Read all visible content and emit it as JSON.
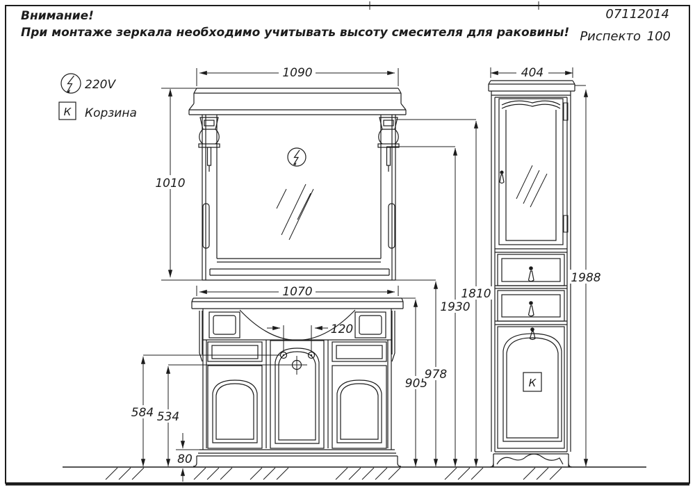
{
  "header": {
    "warning_line1": "Внимание!",
    "warning_line2": "При монтаже зеркала необходимо учитывать высоту смесителя для раковины!",
    "doc_number": "07112014",
    "model_name": "Риспекто",
    "model_size": "100"
  },
  "legend": {
    "power_label": "220V",
    "basket_symbol": "К",
    "basket_label": "Корзина"
  },
  "markers": {
    "basket_symbol": "К"
  },
  "dimensions": {
    "mirror_width": "1090",
    "mirror_height": "1010",
    "cabinet_width": "1070",
    "faucet_span": "120",
    "height_lamp_top": "1810",
    "height_lamp": "1930",
    "height_mirror_bottom": "978",
    "height_countertop": "905",
    "height_faucet_holes": "584",
    "height_drain": "534",
    "plinth_gap": "80",
    "tall_cabinet_width": "404",
    "tall_cabinet_height": "1988"
  },
  "colors": {
    "ink": "#1c1c1c",
    "paper": "#ffffff"
  }
}
